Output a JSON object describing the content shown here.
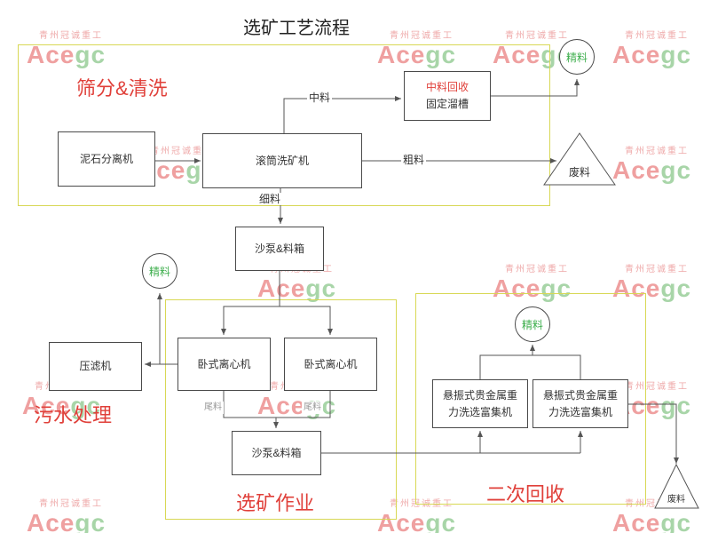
{
  "title": "选矿工艺流程",
  "watermark": {
    "company": "青州冠诚重工",
    "brand_red": "Ace",
    "brand_green": "gc"
  },
  "regions": {
    "screening_washing": {
      "label": "筛分&清洗"
    },
    "sewage_treatment": {
      "label": "污水处理"
    },
    "beneficiation": {
      "label": "选矿作业"
    },
    "secondary_recovery": {
      "label": "二次回收"
    }
  },
  "nodes": {
    "mud_stone_separator": {
      "label": "泥石分离机"
    },
    "drum_washer": {
      "label": "滚筒洗矿机"
    },
    "middle_recovery": {
      "label_line1": "中料回收",
      "label_line2": "固定溜槽"
    },
    "sand_pump_box": {
      "label": "沙泵&料箱"
    },
    "filter_press": {
      "label": "压滤机"
    },
    "horizontal_centrifuge": {
      "label": "卧式离心机"
    },
    "concentrator": {
      "label_line1": "悬振式贵金属重",
      "label_line2": "力洗选富集机"
    },
    "fine_product": {
      "label": "精料"
    },
    "waste": {
      "label": "废料"
    }
  },
  "edge_labels": {
    "middle_material": "中料",
    "coarse_material": "粗料",
    "fine_material": "细料",
    "tailings": "尾料"
  },
  "colors": {
    "region_label": "#e0403a",
    "region_border": "#d8d855",
    "fine_product_text": "#3faf4e",
    "middle_recovery_text": "#e0403a",
    "line": "#555555",
    "watermark_red": "#efa0a0",
    "watermark_green": "#a8d5a8"
  }
}
